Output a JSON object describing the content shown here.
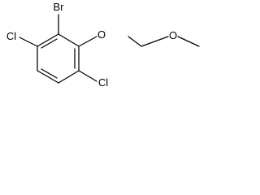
{
  "molecule": {
    "atoms": {
      "br": "Br",
      "cl_left": "Cl",
      "cl_right": "Cl",
      "o_ether": "O",
      "o_methoxy": "O"
    }
  }
}
